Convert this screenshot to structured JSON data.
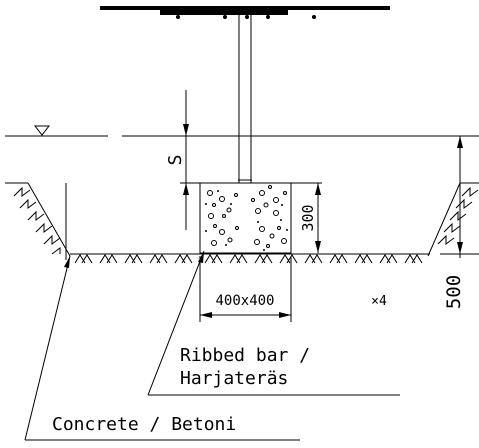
{
  "labels": {
    "dim_s": "S",
    "dim_300": "300",
    "dim_500": "500",
    "dim_400x400": "400x400",
    "count": "×4",
    "ribbed_line1": "Ribbed bar /",
    "ribbed_line2": "Harjateräs",
    "concrete": "Concrete / Betoni"
  },
  "colors": {
    "ink": "#000000",
    "paper": "#ffffff"
  }
}
